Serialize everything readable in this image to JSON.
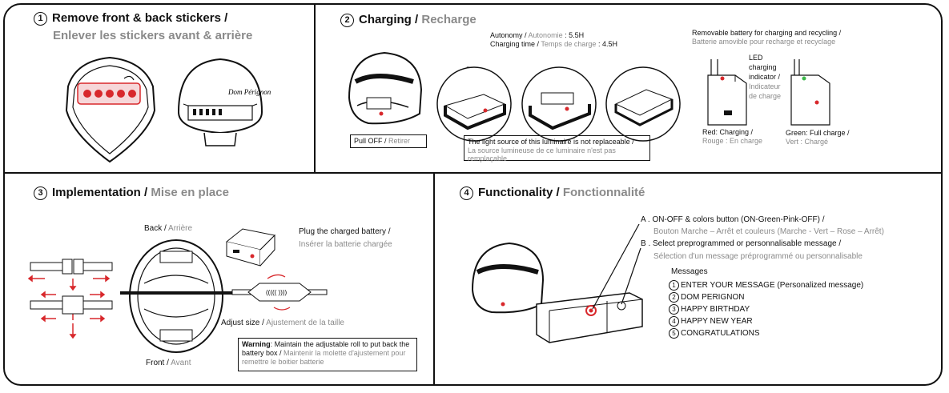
{
  "section1": {
    "number": "1",
    "title_en": "Remove front & back stickers /",
    "title_fr": "Enlever les stickers avant & arrière"
  },
  "section2": {
    "number": "2",
    "title_en": "Charging",
    "title_sep": " / ",
    "title_fr": "Recharge",
    "autonomy_en": "Autonomy /",
    "autonomy_fr": "Autonomie",
    "autonomy_value": ": 5.5H",
    "charging_en": "Charging time /",
    "charging_fr": "Temps de charge",
    "charging_value": ": 4.5H",
    "pull": "Pull",
    "pull_off_en": "Pull OFF /",
    "pull_off_fr": "Retirer",
    "light_en": "The light source of this luminaire is not replaceable /",
    "light_fr": "La source lumineuse de ce luminaire n'est pas remplaçable",
    "removable_en": "Removable battery for charging and recycling /",
    "removable_fr": "Batterie amovible pour recharge et recyclage",
    "led_en": "LED charging indicator /",
    "led_fr": "Indicateur de charge",
    "red_en": "Red: Charging /",
    "red_fr": "Rouge : En charge",
    "green_en": "Green: Full charge /",
    "green_fr": "Vert : Chargé"
  },
  "section3": {
    "number": "3",
    "title_en": "Implementation",
    "title_sep": " / ",
    "title_fr": "Mise en place",
    "back_en": "Back /",
    "back_fr": "Arrière",
    "front_en": "Front /",
    "front_fr": "Avant",
    "plug_en": "Plug the charged battery /",
    "plug_fr": "Insérer la batterie chargée",
    "adjust_en": "Adjust size /",
    "adjust_fr": "Ajustement de la taille",
    "warning_label": "Warning",
    "warning_en": ": Maintain the adjustable roll to put back the battery box /",
    "warning_fr": "Maintenir la molette d'ajustement pour remettre le boitier batterie"
  },
  "section4": {
    "number": "4",
    "title_en": "Functionality",
    "title_sep": " / ",
    "title_fr": "Fonctionnalité",
    "a_en": "A . ON-OFF & colors button (ON-Green-Pink-OFF) /",
    "a_fr": "Bouton Marche – Arrêt et couleurs (Marche - Vert – Rose – Arrêt)",
    "b_en": "B . Select preprogrammed or personnalisable message /",
    "b_fr": "Sélection d'un message préprogrammé ou personnalisable",
    "messages_title": "Messages",
    "messages": [
      {
        "n": "1",
        "text": "ENTER YOUR MESSAGE (Personalized message)"
      },
      {
        "n": "2",
        "text": "DOM PERIGNON"
      },
      {
        "n": "3",
        "text": "HAPPY BIRTHDAY"
      },
      {
        "n": "4",
        "text": "HAPPY NEW YEAR"
      },
      {
        "n": "5",
        "text": "CONGRATULATIONS"
      }
    ]
  },
  "colors": {
    "frame": "#111111",
    "french_text": "#8a8a8a",
    "led_red": "#d8282c",
    "led_green": "#3cb84a"
  }
}
